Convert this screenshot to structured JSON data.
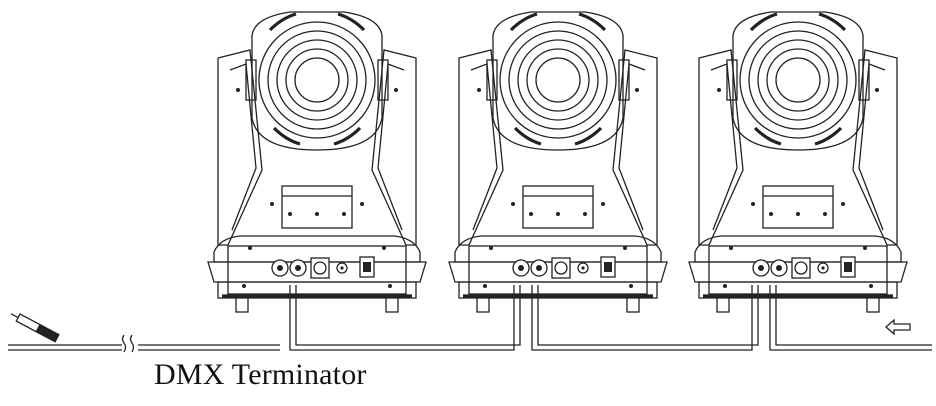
{
  "diagram": {
    "caption": "DMX Terminator",
    "fixtures": [
      {
        "id": "fixture-1"
      },
      {
        "id": "fixture-2"
      },
      {
        "id": "fixture-3"
      }
    ],
    "icons": {
      "terminator": "dmx-terminator-icon",
      "signal_direction": "left-arrow-icon",
      "cable_break": "cable-break-icon"
    },
    "colors": {
      "line": "#222222",
      "background": "#ffffff"
    }
  }
}
